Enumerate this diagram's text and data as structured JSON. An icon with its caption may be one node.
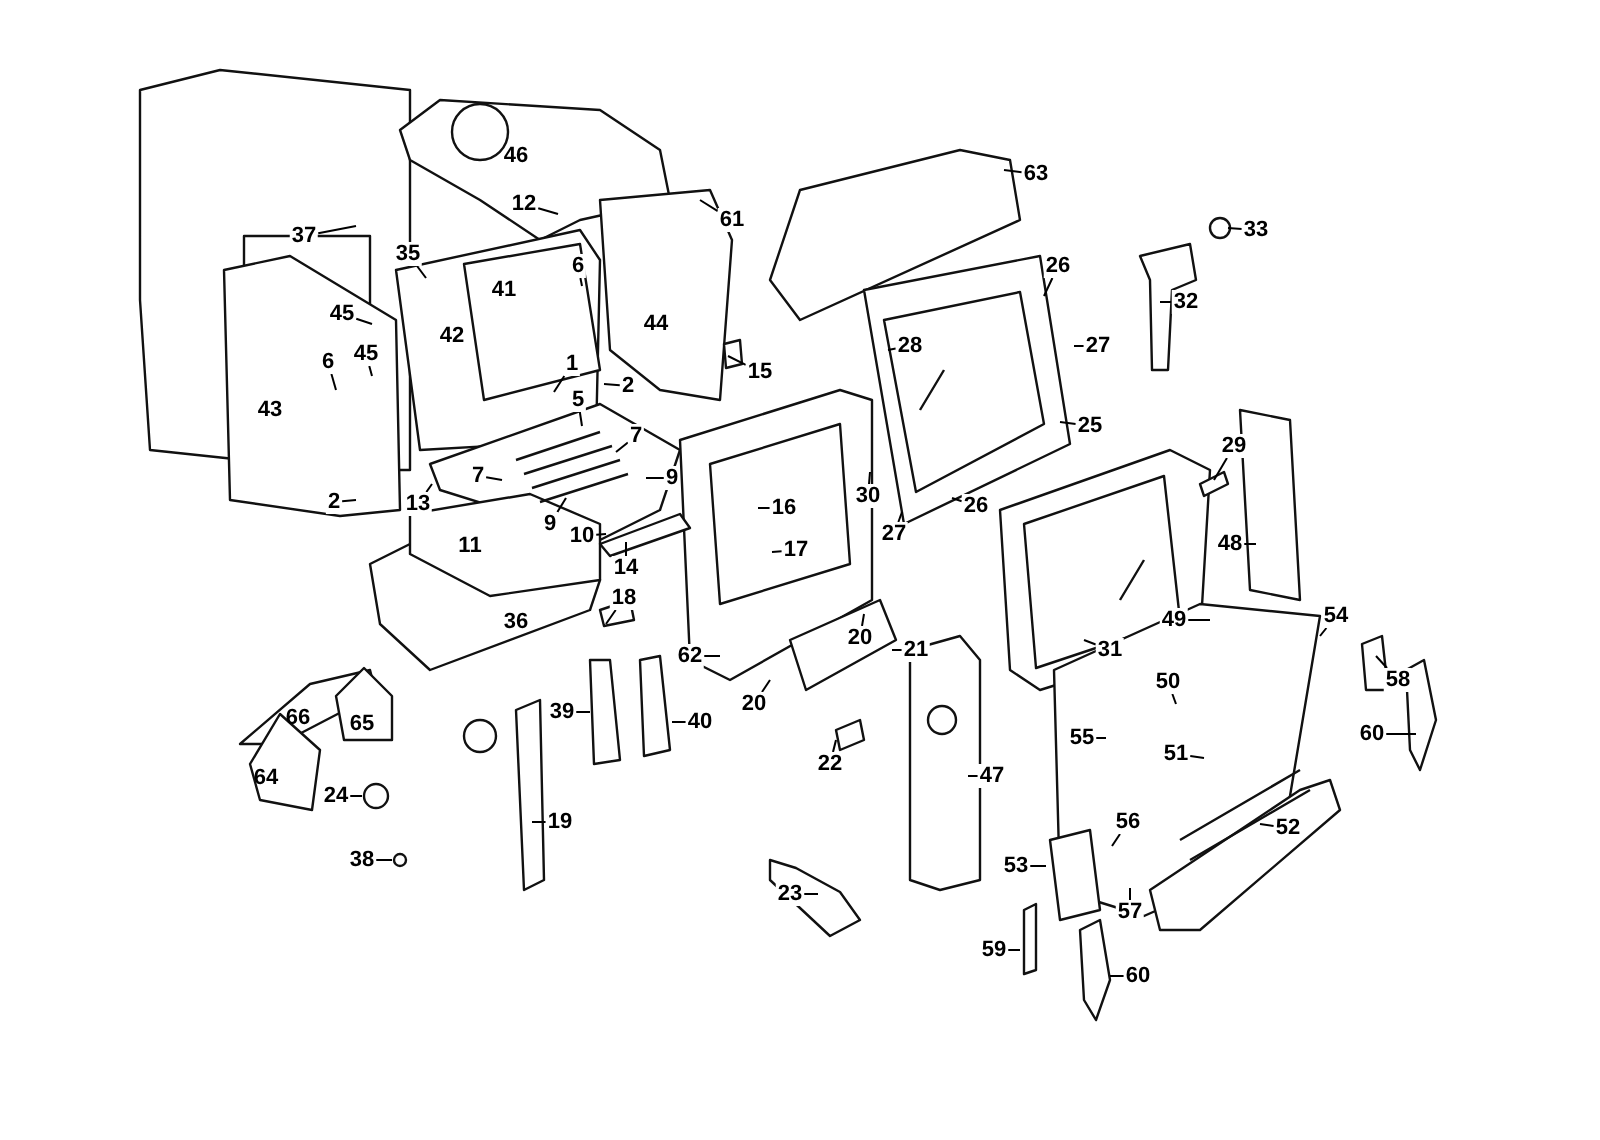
{
  "diagram": {
    "nodes": [
      {
        "text": [
          "63"
        ]
      },
      {
        "text": [
          "12"
        ]
      },
      {
        "text": [
          "61"
        ]
      },
      {
        "text": [
          "33"
        ]
      },
      {
        "text": [
          "37"
        ]
      },
      {
        "text": [
          "35"
        ]
      },
      {
        "text": [
          "26"
        ]
      },
      {
        "text": [
          "6"
        ]
      },
      {
        "text": [
          "32"
        ]
      },
      {
        "text": [
          "45"
        ]
      },
      {
        "text": [
          "28"
        ]
      },
      {
        "text": [
          "27"
        ]
      },
      {
        "text": [
          "45"
        ]
      },
      {
        "text": [
          "15"
        ]
      },
      {
        "text": [
          "6"
        ]
      },
      {
        "text": [
          "1"
        ]
      },
      {
        "text": [
          "2"
        ]
      },
      {
        "text": [
          "5"
        ]
      },
      {
        "text": [
          "25"
        ]
      },
      {
        "text": [
          "7"
        ]
      },
      {
        "text": [
          "29"
        ]
      },
      {
        "text": [
          "9"
        ]
      },
      {
        "text": [
          "7"
        ]
      },
      {
        "text": [
          "30"
        ]
      },
      {
        "text": [
          "2"
        ]
      },
      {
        "text": [
          "16"
        ]
      },
      {
        "text": [
          "13"
        ]
      },
      {
        "text": [
          "26"
        ]
      },
      {
        "text": [
          "9"
        ]
      },
      {
        "text": [
          "27"
        ]
      },
      {
        "text": [
          "10"
        ]
      },
      {
        "text": [
          "48"
        ]
      },
      {
        "text": [
          "17"
        ]
      },
      {
        "text": [
          "14"
        ]
      },
      {
        "text": [
          "18"
        ]
      },
      {
        "text": [
          "54"
        ]
      },
      {
        "text": [
          "49"
        ]
      },
      {
        "text": [
          "20"
        ]
      },
      {
        "text": [
          "21"
        ]
      },
      {
        "text": [
          "62"
        ]
      },
      {
        "text": [
          "31"
        ]
      },
      {
        "text": [
          "58"
        ]
      },
      {
        "text": [
          "50"
        ]
      },
      {
        "text": [
          "39"
        ]
      },
      {
        "text": [
          "20"
        ]
      },
      {
        "text": [
          "60"
        ]
      },
      {
        "text": [
          "40"
        ]
      },
      {
        "text": [
          "55"
        ]
      },
      {
        "text": [
          "22"
        ]
      },
      {
        "text": [
          "51"
        ]
      },
      {
        "text": [
          "47"
        ]
      },
      {
        "text": [
          "24"
        ]
      },
      {
        "text": [
          "56"
        ]
      },
      {
        "text": [
          "52"
        ]
      },
      {
        "text": [
          "19"
        ]
      },
      {
        "text": [
          "38"
        ]
      },
      {
        "text": [
          "53"
        ]
      },
      {
        "text": [
          "23"
        ]
      },
      {
        "text": [
          "57"
        ]
      },
      {
        "text": [
          "59"
        ]
      },
      {
        "text": [
          "60"
        ]
      }
    ],
    "edges": [
      {
        "from": 0,
        "to": null,
        "arrow": "none"
      },
      {
        "from": 1,
        "to": null,
        "arrow": "none"
      },
      {
        "from": 2,
        "to": null,
        "arrow": "none"
      },
      {
        "from": 3,
        "to": null,
        "arrow": "none"
      },
      {
        "from": 4,
        "to": null,
        "arrow": "none"
      },
      {
        "from": 5,
        "to": null,
        "arrow": "none"
      },
      {
        "from": 6,
        "to": null,
        "arrow": "none"
      },
      {
        "from": 7,
        "to": null,
        "arrow": "none"
      },
      {
        "from": 8,
        "to": null,
        "arrow": "none"
      },
      {
        "from": 9,
        "to": null,
        "arrow": "none"
      },
      {
        "from": 10,
        "to": null,
        "arrow": "none"
      },
      {
        "from": 11,
        "to": null,
        "arrow": "none"
      },
      {
        "from": 12,
        "to": null,
        "arrow": "none"
      },
      {
        "from": 13,
        "to": null,
        "arrow": "none"
      },
      {
        "from": 14,
        "to": null,
        "arrow": "none"
      },
      {
        "from": 15,
        "to": null,
        "arrow": "none"
      },
      {
        "from": 16,
        "to": null,
        "arrow": "none"
      },
      {
        "from": 17,
        "to": null,
        "arrow": "none"
      },
      {
        "from": 18,
        "to": null,
        "arrow": "none"
      },
      {
        "from": 19,
        "to": null,
        "arrow": "none"
      },
      {
        "from": 20,
        "to": null,
        "arrow": "none"
      },
      {
        "from": 21,
        "to": null,
        "arrow": "none"
      },
      {
        "from": 22,
        "to": null,
        "arrow": "none"
      },
      {
        "from": 23,
        "to": null,
        "arrow": "none"
      },
      {
        "from": 24,
        "to": null,
        "arrow": "none"
      },
      {
        "from": 25,
        "to": null,
        "arrow": "none"
      },
      {
        "from": 26,
        "to": null,
        "arrow": "none"
      },
      {
        "from": 27,
        "to": null,
        "arrow": "none"
      },
      {
        "from": 28,
        "to": null,
        "arrow": "none"
      },
      {
        "from": 29,
        "to": null,
        "arrow": "none"
      },
      {
        "from": 30,
        "to": null,
        "arrow": "none"
      },
      {
        "from": 31,
        "to": null,
        "arrow": "none"
      },
      {
        "from": 32,
        "to": null,
        "arrow": "none"
      },
      {
        "from": 33,
        "to": null,
        "arrow": "none"
      },
      {
        "from": 34,
        "to": null,
        "arrow": "none"
      },
      {
        "from": 35,
        "to": null,
        "arrow": "none"
      },
      {
        "from": 36,
        "to": null,
        "arrow": "none"
      },
      {
        "from": 37,
        "to": null,
        "arrow": "none"
      },
      {
        "from": 38,
        "to": null,
        "arrow": "none"
      },
      {
        "from": 39,
        "to": null,
        "arrow": "none"
      },
      {
        "from": 40,
        "to": null,
        "arrow": "none"
      },
      {
        "from": 41,
        "to": null,
        "arrow": "none"
      },
      {
        "from": 42,
        "to": null,
        "arrow": "none"
      },
      {
        "from": 43,
        "to": null,
        "arrow": "none"
      },
      {
        "from": 44,
        "to": null,
        "arrow": "none"
      },
      {
        "from": 45,
        "to": null,
        "arrow": "none"
      },
      {
        "from": 46,
        "to": null,
        "arrow": "none"
      },
      {
        "from": 47,
        "to": null,
        "arrow": "none"
      },
      {
        "from": 48,
        "to": null,
        "arrow": "none"
      },
      {
        "from": 49,
        "to": null,
        "arrow": "none"
      },
      {
        "from": 50,
        "to": null,
        "arrow": "none"
      },
      {
        "from": 51,
        "to": null,
        "arrow": "none"
      },
      {
        "from": 52,
        "to": null,
        "arrow": "none"
      },
      {
        "from": 53,
        "to": null,
        "arrow": "none"
      },
      {
        "from": 54,
        "to": null,
        "arrow": "none"
      },
      {
        "from": 55,
        "to": null,
        "arrow": "none"
      },
      {
        "from": 56,
        "to": null,
        "arrow": "none"
      },
      {
        "from": 57,
        "to": null,
        "arrow": "none"
      },
      {
        "from": 58,
        "to": null,
        "arrow": "none"
      },
      {
        "from": 59,
        "to": null,
        "arrow": "none"
      },
      {
        "from": 60,
        "to": null,
        "arrow": "none"
      }
    ],
    "labels": [
      "46",
      "41",
      "42",
      "44",
      "43",
      "11",
      "36",
      "66",
      "65",
      "64"
    ]
  }
}
